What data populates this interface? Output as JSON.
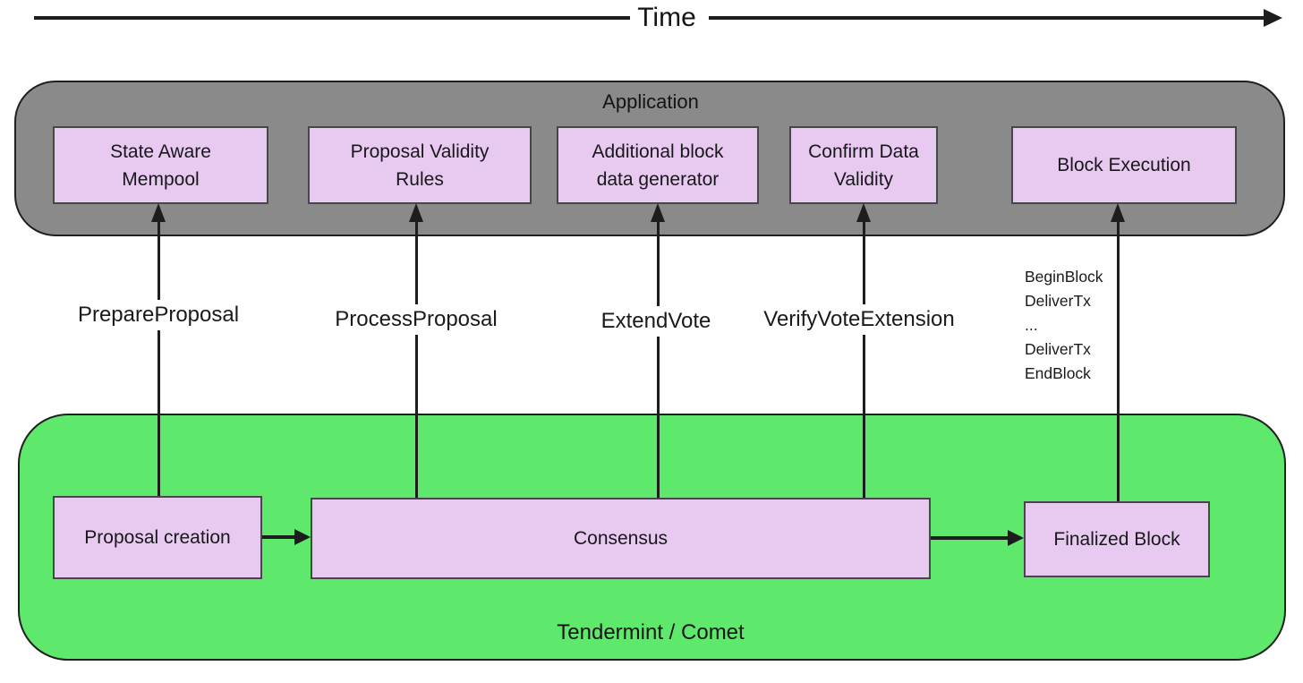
{
  "colors": {
    "application_fill": "#8a8a8a",
    "tendermint_fill": "#5ee96c",
    "box_fill": "#e8c9f0",
    "line": "#1d1d1d"
  },
  "timeline": {
    "label": "Time"
  },
  "application": {
    "label": "Application",
    "boxes": [
      {
        "label": "State Aware\nMempool"
      },
      {
        "label": "Proposal Validity\nRules"
      },
      {
        "label": "Additional block\ndata generator"
      },
      {
        "label": "Confirm Data\nValidity"
      },
      {
        "label": "Block Execution"
      }
    ]
  },
  "tendermint": {
    "label": "Tendermint / Comet",
    "boxes": [
      {
        "label": "Proposal creation"
      },
      {
        "label": "Consensus"
      },
      {
        "label": "Finalized Block"
      }
    ]
  },
  "callbacks": [
    {
      "label": "PrepareProposal"
    },
    {
      "label": "ProcessProposal"
    },
    {
      "label": "ExtendVote"
    },
    {
      "label": "VerifyVoteExtension"
    }
  ],
  "block_execution_calls": [
    "BeginBlock",
    "DeliverTx",
    "...",
    "DeliverTx",
    "EndBlock"
  ]
}
